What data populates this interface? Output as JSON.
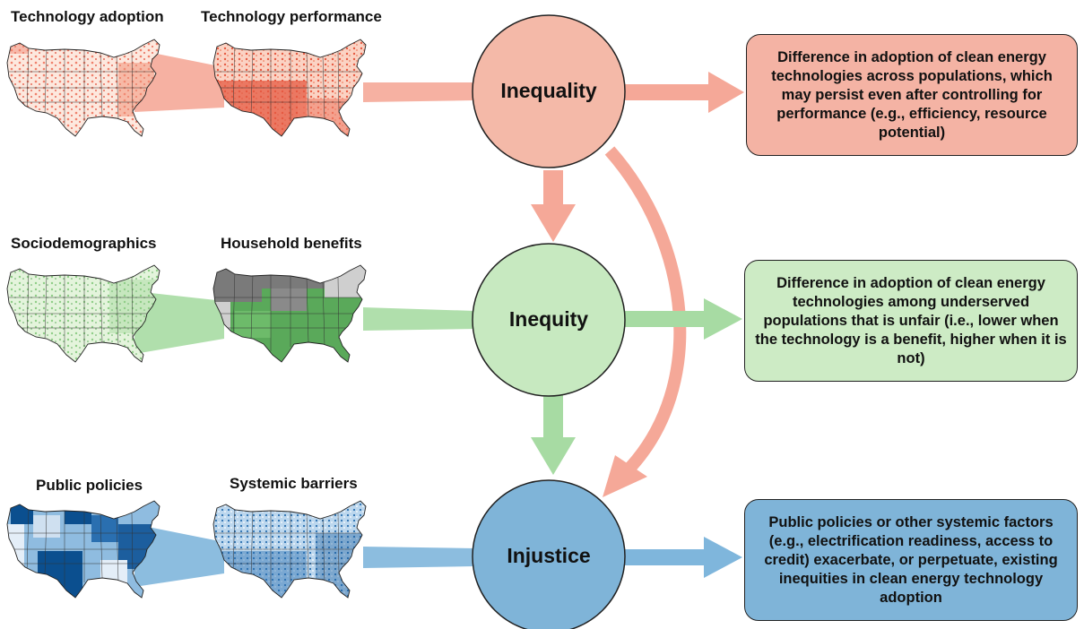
{
  "colors": {
    "red_light": "#f8c7b3",
    "red_mid": "#f0806b",
    "red_dark": "#e0442f",
    "green_light": "#dcf0d2",
    "green_mid": "#8ece86",
    "green_dark": "#5aa95a",
    "gray": "#7a7a7a",
    "blue_light": "#cfe0f0",
    "blue_mid": "#6aa3d0",
    "blue_dark": "#0b4f8f",
    "arrow_red": "#f5a898",
    "arrow_green": "#a7dba3",
    "arrow_blue": "#7fb6dc",
    "circle_red": "#f4b9a8",
    "circle_green": "#c7e9c0",
    "circle_blue": "#7fb4d8",
    "box_red": "#f4b3a4",
    "box_green": "#cdebc5",
    "box_blue": "#7fb4d8"
  },
  "rows": [
    {
      "left_label": "Technology adoption",
      "right_label": "Technology performance",
      "circle_label": "Inequality",
      "box_text": "Difference in adoption of clean energy technologies across populations, which may persist even after controlling for performance (e.g., efficiency, resource potential)"
    },
    {
      "left_label": "Sociodemographics",
      "right_label": "Household benefits",
      "circle_label": "Inequity",
      "box_text": "Difference in adoption of clean energy technologies among underserved populations that is unfair (i.e., lower when the technology is a benefit, higher when it is not)"
    },
    {
      "left_label": "Public policies",
      "right_label": "Systemic barriers",
      "circle_label": "Injustice",
      "box_text": "Public policies or other systemic factors (e.g., electrification readiness, access to credit) exacerbate, or perpetuate, existing inequities in clean energy technology adoption"
    }
  ]
}
